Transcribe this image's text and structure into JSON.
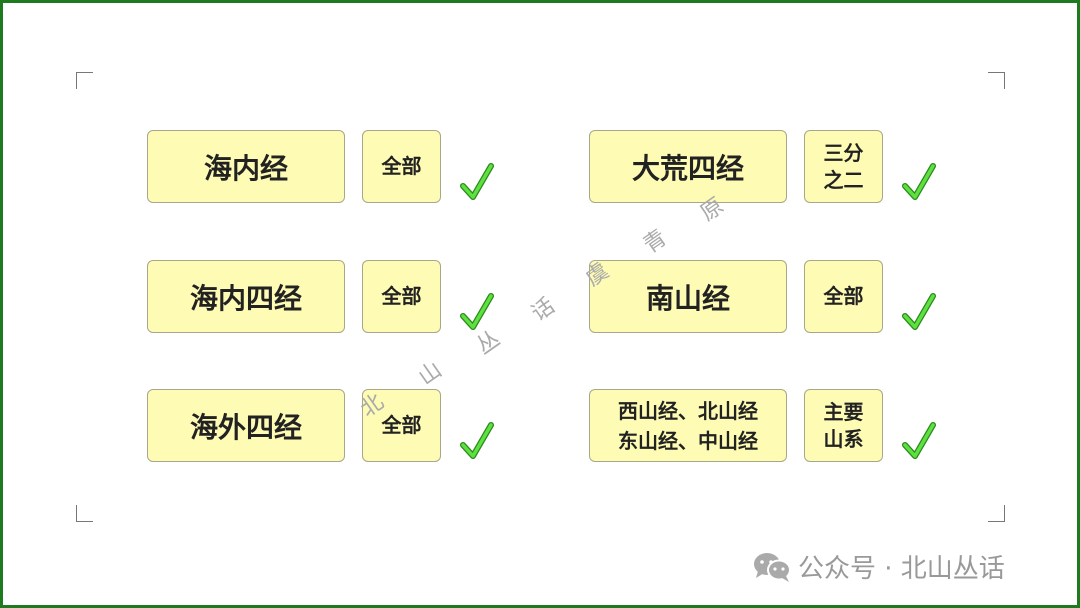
{
  "rows": [
    {
      "left": {
        "title": "海内经",
        "scope": "全部"
      },
      "right": {
        "title": "大荒四经",
        "scope": "三分之二"
      }
    },
    {
      "left": {
        "title": "海内四经",
        "scope": "全部"
      },
      "right": {
        "title": "南山经",
        "scope": "全部"
      }
    },
    {
      "left": {
        "title": "海外四经",
        "scope": "全部"
      },
      "right": {
        "title": "西山经、北山经东山经、中山经",
        "scope": "主要山系"
      }
    }
  ],
  "right_multi": {
    "line1": "西山经、北山经",
    "line2": "东山经、中山经"
  },
  "right_scope_lines": {
    "r0a": "三分",
    "r0b": "之二",
    "r2a": "主要",
    "r2b": "山系"
  },
  "watermark": [
    "北",
    "山",
    "丛",
    "话",
    "虞",
    "青",
    "原"
  ],
  "footer": {
    "text": "公众号 · 北山丛话"
  },
  "colors": {
    "border": "#1e7a1e",
    "box": "#fdfbb4",
    "check": "#4cd137"
  }
}
